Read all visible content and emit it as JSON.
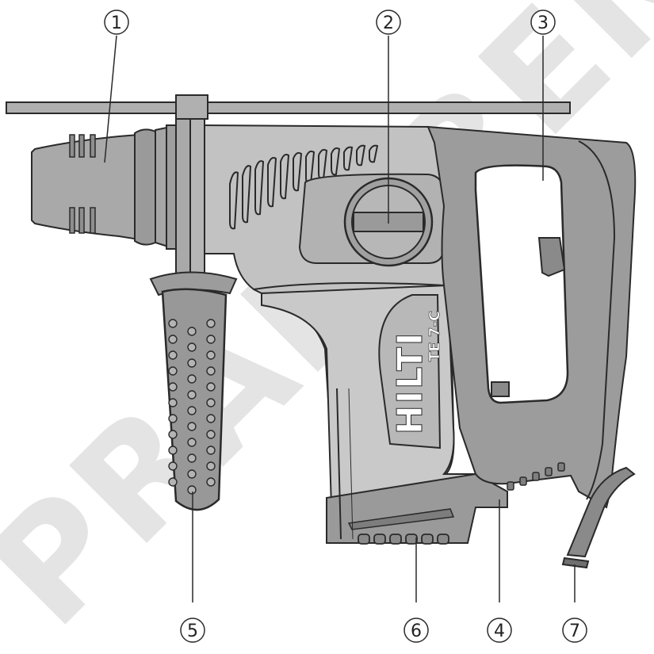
{
  "brand": {
    "logo_text": "HILTI",
    "model_label": "TE 7-C"
  },
  "watermark": {
    "text": "PRAMIREN"
  },
  "callouts": [
    {
      "id": "1",
      "label": "1"
    },
    {
      "id": "2",
      "label": "2"
    },
    {
      "id": "3",
      "label": "3"
    },
    {
      "id": "4",
      "label": "4"
    },
    {
      "id": "5",
      "label": "5"
    },
    {
      "id": "6",
      "label": "6"
    },
    {
      "id": "7",
      "label": "7"
    }
  ],
  "colors": {
    "body_light": "#bdbdbd",
    "body_mid": "#a6a6a6",
    "body_dark": "#8e8e8e",
    "outline": "#2a2a2a",
    "watermark": "#d9d9d9"
  }
}
